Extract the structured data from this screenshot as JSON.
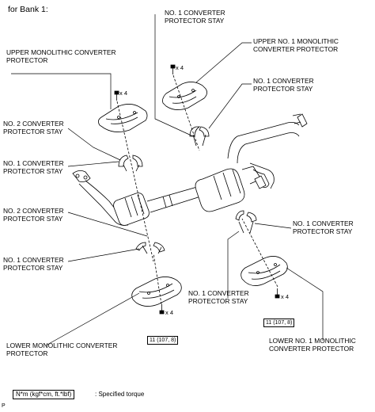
{
  "header": {
    "title": "for Bank 1:"
  },
  "labels": {
    "upper_mono": [
      "UPPER MONOLITHIC CONVERTER",
      "PROTECTOR"
    ],
    "no1_stay_top": [
      "NO. 1 CONVERTER",
      "PROTECTOR STAY"
    ],
    "upper_no1_mono": [
      "UPPER NO. 1 MONOLITHIC",
      "CONVERTER PROTECTOR"
    ],
    "no1_stay_right_top": [
      "NO. 1 CONVERTER",
      "PROTECTOR STAY"
    ],
    "no2_stay_left_1": [
      "NO. 2 CONVERTER",
      "PROTECTOR STAY"
    ],
    "no1_stay_left_1": [
      "NO. 1 CONVERTER",
      "PROTECTOR STAY"
    ],
    "no2_stay_left_2": [
      "NO. 2 CONVERTER",
      "PROTECTOR STAY"
    ],
    "no1_stay_left_2": [
      "NO. 1 CONVERTER",
      "PROTECTOR STAY"
    ],
    "no1_stay_right_mid": [
      "NO. 1 CONVERTER",
      "PROTECTOR STAY"
    ],
    "no1_stay_center_low": [
      "NO. 1 CONVERTER",
      "PROTECTOR STAY"
    ],
    "lower_mono": [
      "LOWER MONOLITHIC CONVERTER",
      "PROTECTOR"
    ],
    "lower_no1_mono": [
      "LOWER NO. 1 MONOLITHIC",
      "CONVERTER PROTECTOR"
    ]
  },
  "quantities": {
    "q1": "x 4",
    "q2": "x 4",
    "q3": "x 4",
    "q4": "x 4"
  },
  "torque": {
    "t1": "11 (107, 8)",
    "t2": "11 (107, 8)"
  },
  "legend": {
    "box": "N*m (kgf*cm, ft.*lbf)",
    "text": ": Specified torque"
  },
  "corner_mark": "P"
}
